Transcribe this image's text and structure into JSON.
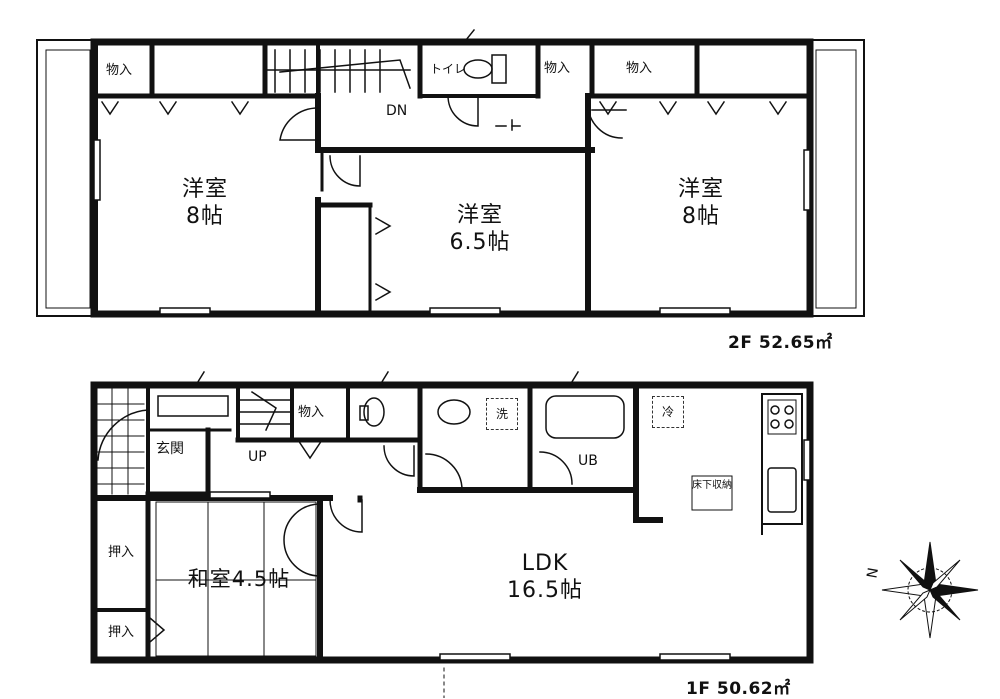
{
  "floor2": {
    "area": "2F  52.65㎡",
    "rooms": {
      "west_room": {
        "name": "洋室",
        "size": "8帖"
      },
      "center_room": {
        "name": "洋室",
        "size": "6.5帖"
      },
      "east_room": {
        "name": "洋室",
        "size": "8帖"
      }
    },
    "labels": {
      "storage_nw": "物入",
      "toilet": "トイレ",
      "storage_ne1": "物入",
      "storage_ne2": "物入",
      "stairs_down": "DN"
    }
  },
  "floor1": {
    "area": "1F  50.62㎡",
    "rooms": {
      "ldk": {
        "name": "LDK",
        "size": "16.5帖"
      },
      "washitsu": {
        "name": "和室4.5帖"
      }
    },
    "labels": {
      "entrance": "玄関",
      "stairs_up": "UP",
      "storage": "物入",
      "washer": "洗",
      "bath": "UB",
      "fridge": "冷",
      "underfloor": "床下収納",
      "closet_top": "押入",
      "closet_bottom": "押入"
    }
  },
  "compass_north": "N"
}
